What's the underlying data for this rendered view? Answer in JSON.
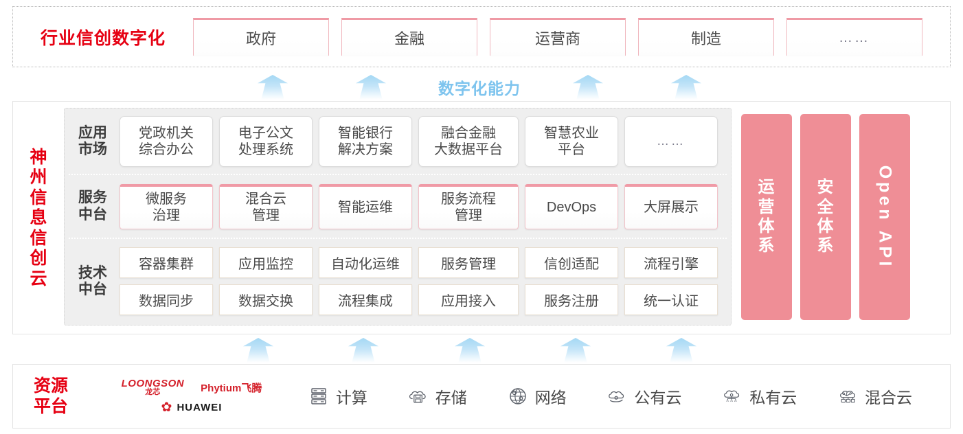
{
  "industry": {
    "title": "行业信创数字化",
    "cards": [
      {
        "label": "政府"
      },
      {
        "label": "金融"
      },
      {
        "label": "运营商"
      },
      {
        "label": "制造"
      },
      {
        "label": "……"
      }
    ]
  },
  "capability_label": "数字化能力",
  "cloud": {
    "title_chars": [
      "神",
      "州",
      "信",
      "息",
      "信",
      "创",
      "云"
    ],
    "bands": [
      {
        "label_lines": [
          "应用",
          "市场"
        ],
        "cards": [
          {
            "line1": "党政机关",
            "line2": "综合办公"
          },
          {
            "line1": "电子公文",
            "line2": "处理系统"
          },
          {
            "line1": "智能银行",
            "line2": "解决方案"
          },
          {
            "line1": "融合金融",
            "line2": "大数据平台"
          },
          {
            "line1": "智慧农业",
            "line2": "平台"
          },
          {
            "line1": "……",
            "line2": ""
          }
        ]
      },
      {
        "label_lines": [
          "服务",
          "中台"
        ],
        "cards": [
          {
            "line1": "微服务",
            "line2": "治理"
          },
          {
            "line1": "混合云",
            "line2": "管理"
          },
          {
            "line1": "智能运维",
            "line2": ""
          },
          {
            "line1": "服务流程",
            "line2": "管理"
          },
          {
            "line1": "DevOps",
            "line2": ""
          },
          {
            "line1": "大屏展示",
            "line2": ""
          }
        ]
      },
      {
        "label_lines": [
          "技术",
          "中台"
        ],
        "row1": [
          "容器集群",
          "应用监控",
          "自动化运维",
          "服务管理",
          "信创适配",
          "流程引擎"
        ],
        "row2": [
          "数据同步",
          "数据交换",
          "流程集成",
          "应用接入",
          "服务注册",
          "统一认证"
        ]
      }
    ],
    "pillars": [
      {
        "type": "vertical-cn",
        "chars": [
          "运",
          "营",
          "体",
          "系"
        ],
        "label": "运营体系"
      },
      {
        "type": "vertical-cn",
        "chars": [
          "安",
          "全",
          "体",
          "系"
        ],
        "label": "安全体系"
      },
      {
        "type": "rotated-en",
        "label": "Open API"
      }
    ]
  },
  "resource": {
    "title_lines": [
      "资源",
      "平台"
    ],
    "vendors": [
      {
        "name": "LOONGSON",
        "name_cn": "龙芯"
      },
      {
        "name": "Phytium飞腾"
      },
      {
        "name": "HUAWEI"
      }
    ],
    "items": [
      {
        "icon": "server-icon",
        "label": "计算"
      },
      {
        "icon": "cloud-storage-icon",
        "label": "存储"
      },
      {
        "icon": "network-icon",
        "label": "网络"
      },
      {
        "icon": "public-cloud-icon",
        "label": "公有云"
      },
      {
        "icon": "private-cloud-icon",
        "label": "私有云"
      },
      {
        "icon": "hybrid-cloud-icon",
        "label": "混合云"
      }
    ]
  },
  "colors": {
    "brand_red": "#e60012",
    "pillar_pink": "#ef8e96",
    "card_pink_border": "#f09aa6",
    "arrow_blue": "#a4d8f4",
    "capability_blue": "#7ec4ee",
    "band_gray": "#efefef"
  }
}
